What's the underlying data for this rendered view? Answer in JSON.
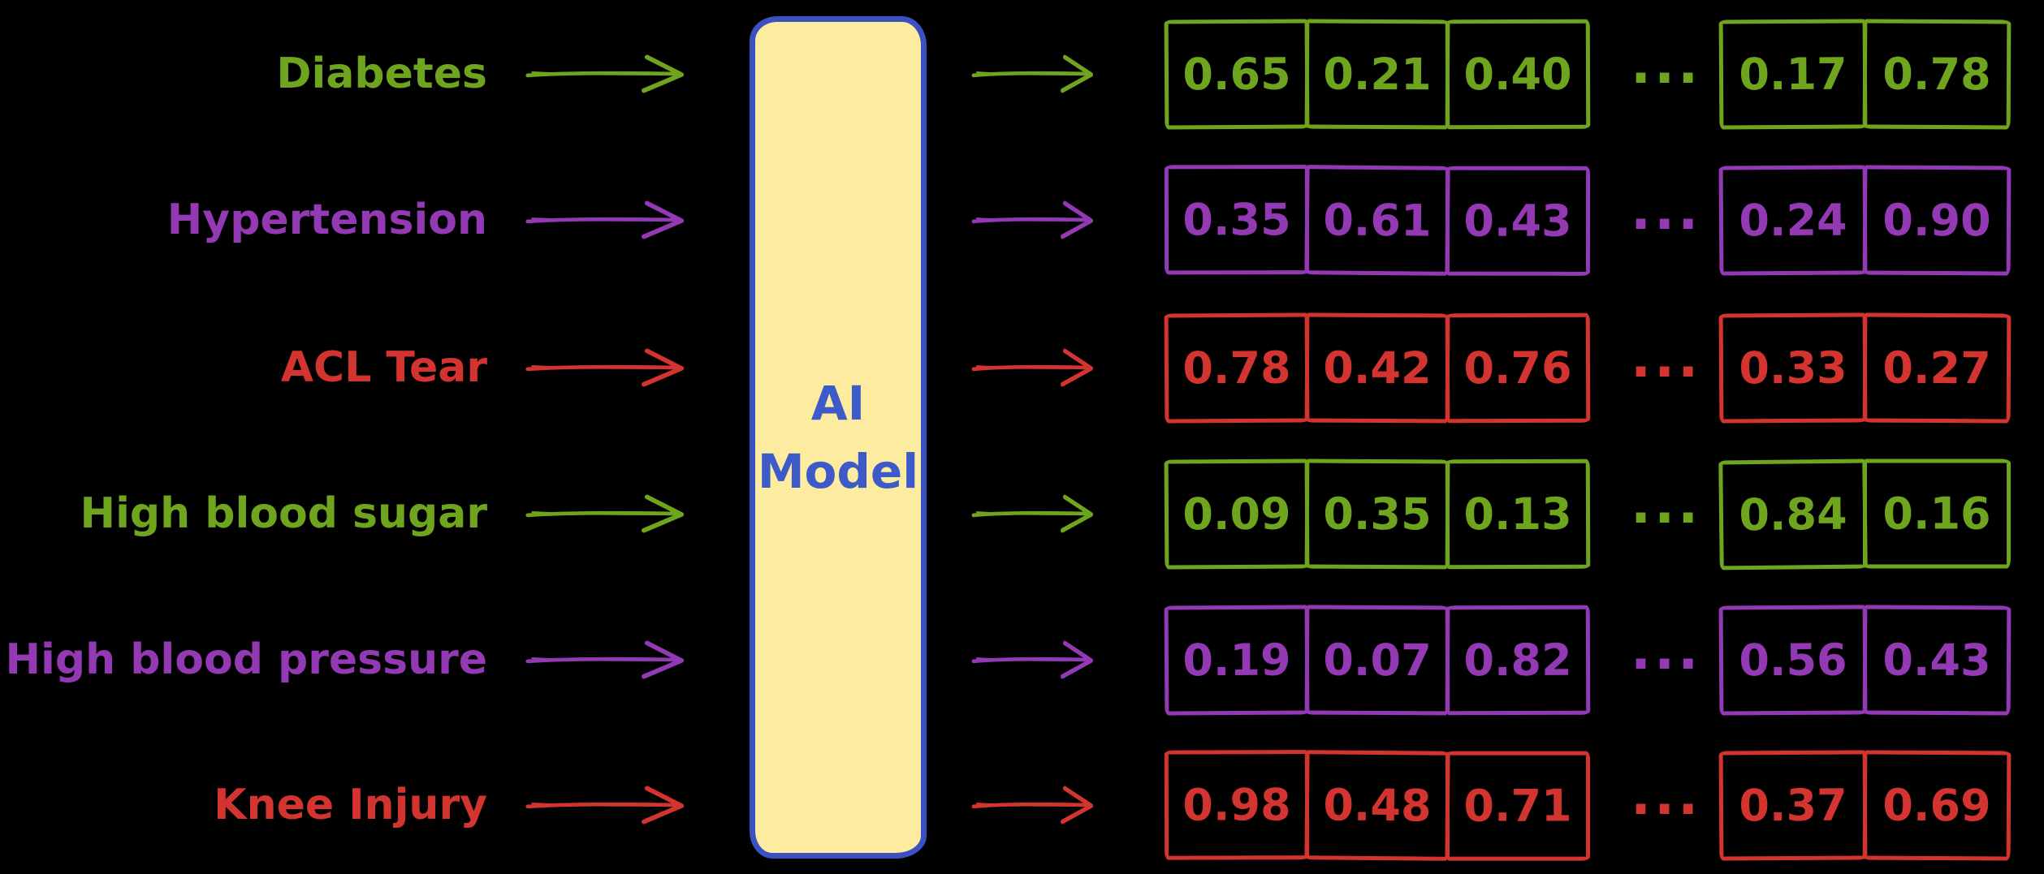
{
  "diagram": {
    "background": "#000000",
    "ellipsis": "...",
    "model": {
      "label": "AI\nModel",
      "fill": "#fdeb9f",
      "border_color": "#3b50c1",
      "text_color": "#3c5ac8"
    },
    "colors": {
      "green": "#6fa51e",
      "purple": "#9239b3",
      "red": "#d33430"
    },
    "rows": [
      {
        "label": "Diabetes",
        "color": "#6fa51e",
        "values": [
          "0.65",
          "0.21",
          "0.40"
        ],
        "tail_values": [
          "0.17",
          "0.78"
        ]
      },
      {
        "label": "Hypertension",
        "color": "#9239b3",
        "values": [
          "0.35",
          "0.61",
          "0.43"
        ],
        "tail_values": [
          "0.24",
          "0.90"
        ]
      },
      {
        "label": "ACL Tear",
        "color": "#d33430",
        "values": [
          "0.78",
          "0.42",
          "0.76"
        ],
        "tail_values": [
          "0.33",
          "0.27"
        ]
      },
      {
        "label": "High blood sugar",
        "color": "#6fa51e",
        "values": [
          "0.09",
          "0.35",
          "0.13"
        ],
        "tail_values": [
          "0.84",
          "0.16"
        ]
      },
      {
        "label": "High blood pressure",
        "color": "#9239b3",
        "values": [
          "0.19",
          "0.07",
          "0.82"
        ],
        "tail_values": [
          "0.56",
          "0.43"
        ]
      },
      {
        "label": "Knee Injury",
        "color": "#d33430",
        "values": [
          "0.98",
          "0.48",
          "0.71"
        ],
        "tail_values": [
          "0.37",
          "0.69"
        ]
      }
    ]
  }
}
